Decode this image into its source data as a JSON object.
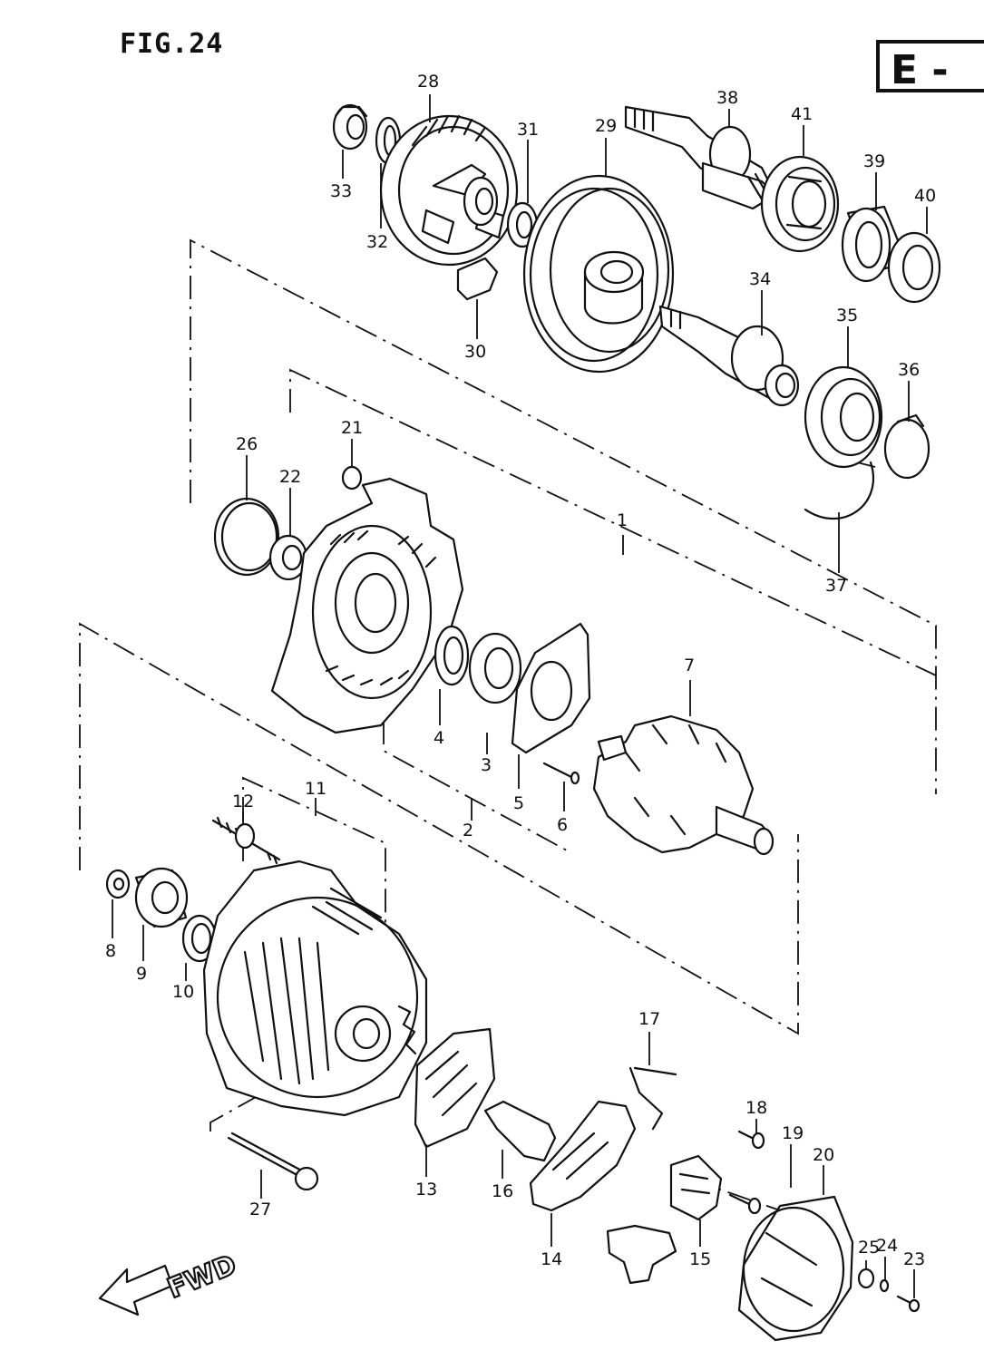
{
  "figure": {
    "title": "FIG.24",
    "code": "E -",
    "direction": "FWD"
  },
  "parts": [
    {
      "id": "p1",
      "number": "1"
    },
    {
      "id": "p2",
      "number": "2"
    },
    {
      "id": "p3",
      "number": "3"
    },
    {
      "id": "p4",
      "number": "4"
    },
    {
      "id": "p5",
      "number": "5"
    },
    {
      "id": "p6",
      "number": "6"
    },
    {
      "id": "p7",
      "number": "7"
    },
    {
      "id": "p8",
      "number": "8"
    },
    {
      "id": "p9",
      "number": "9"
    },
    {
      "id": "p10",
      "number": "10"
    },
    {
      "id": "p11",
      "number": "11"
    },
    {
      "id": "p12",
      "number": "12"
    },
    {
      "id": "p13",
      "number": "13"
    },
    {
      "id": "p14",
      "number": "14"
    },
    {
      "id": "p15",
      "number": "15"
    },
    {
      "id": "p16",
      "number": "16"
    },
    {
      "id": "p17",
      "number": "17"
    },
    {
      "id": "p18",
      "number": "18"
    },
    {
      "id": "p19",
      "number": "19"
    },
    {
      "id": "p20",
      "number": "20"
    },
    {
      "id": "p21",
      "number": "21"
    },
    {
      "id": "p22",
      "number": "22"
    },
    {
      "id": "p23",
      "number": "23"
    },
    {
      "id": "p24",
      "number": "24"
    },
    {
      "id": "p25",
      "number": "25"
    },
    {
      "id": "p26",
      "number": "26"
    },
    {
      "id": "p27",
      "number": "27"
    },
    {
      "id": "p28",
      "number": "28"
    },
    {
      "id": "p29",
      "number": "29"
    },
    {
      "id": "p30",
      "number": "30"
    },
    {
      "id": "p31",
      "number": "31"
    },
    {
      "id": "p32",
      "number": "32"
    },
    {
      "id": "p33",
      "number": "33"
    },
    {
      "id": "p34",
      "number": "34"
    },
    {
      "id": "p35",
      "number": "35"
    },
    {
      "id": "p36",
      "number": "36"
    },
    {
      "id": "p37",
      "number": "37"
    },
    {
      "id": "p38",
      "number": "38"
    },
    {
      "id": "p39",
      "number": "39"
    },
    {
      "id": "p40",
      "number": "40"
    },
    {
      "id": "p41",
      "number": "41"
    }
  ]
}
